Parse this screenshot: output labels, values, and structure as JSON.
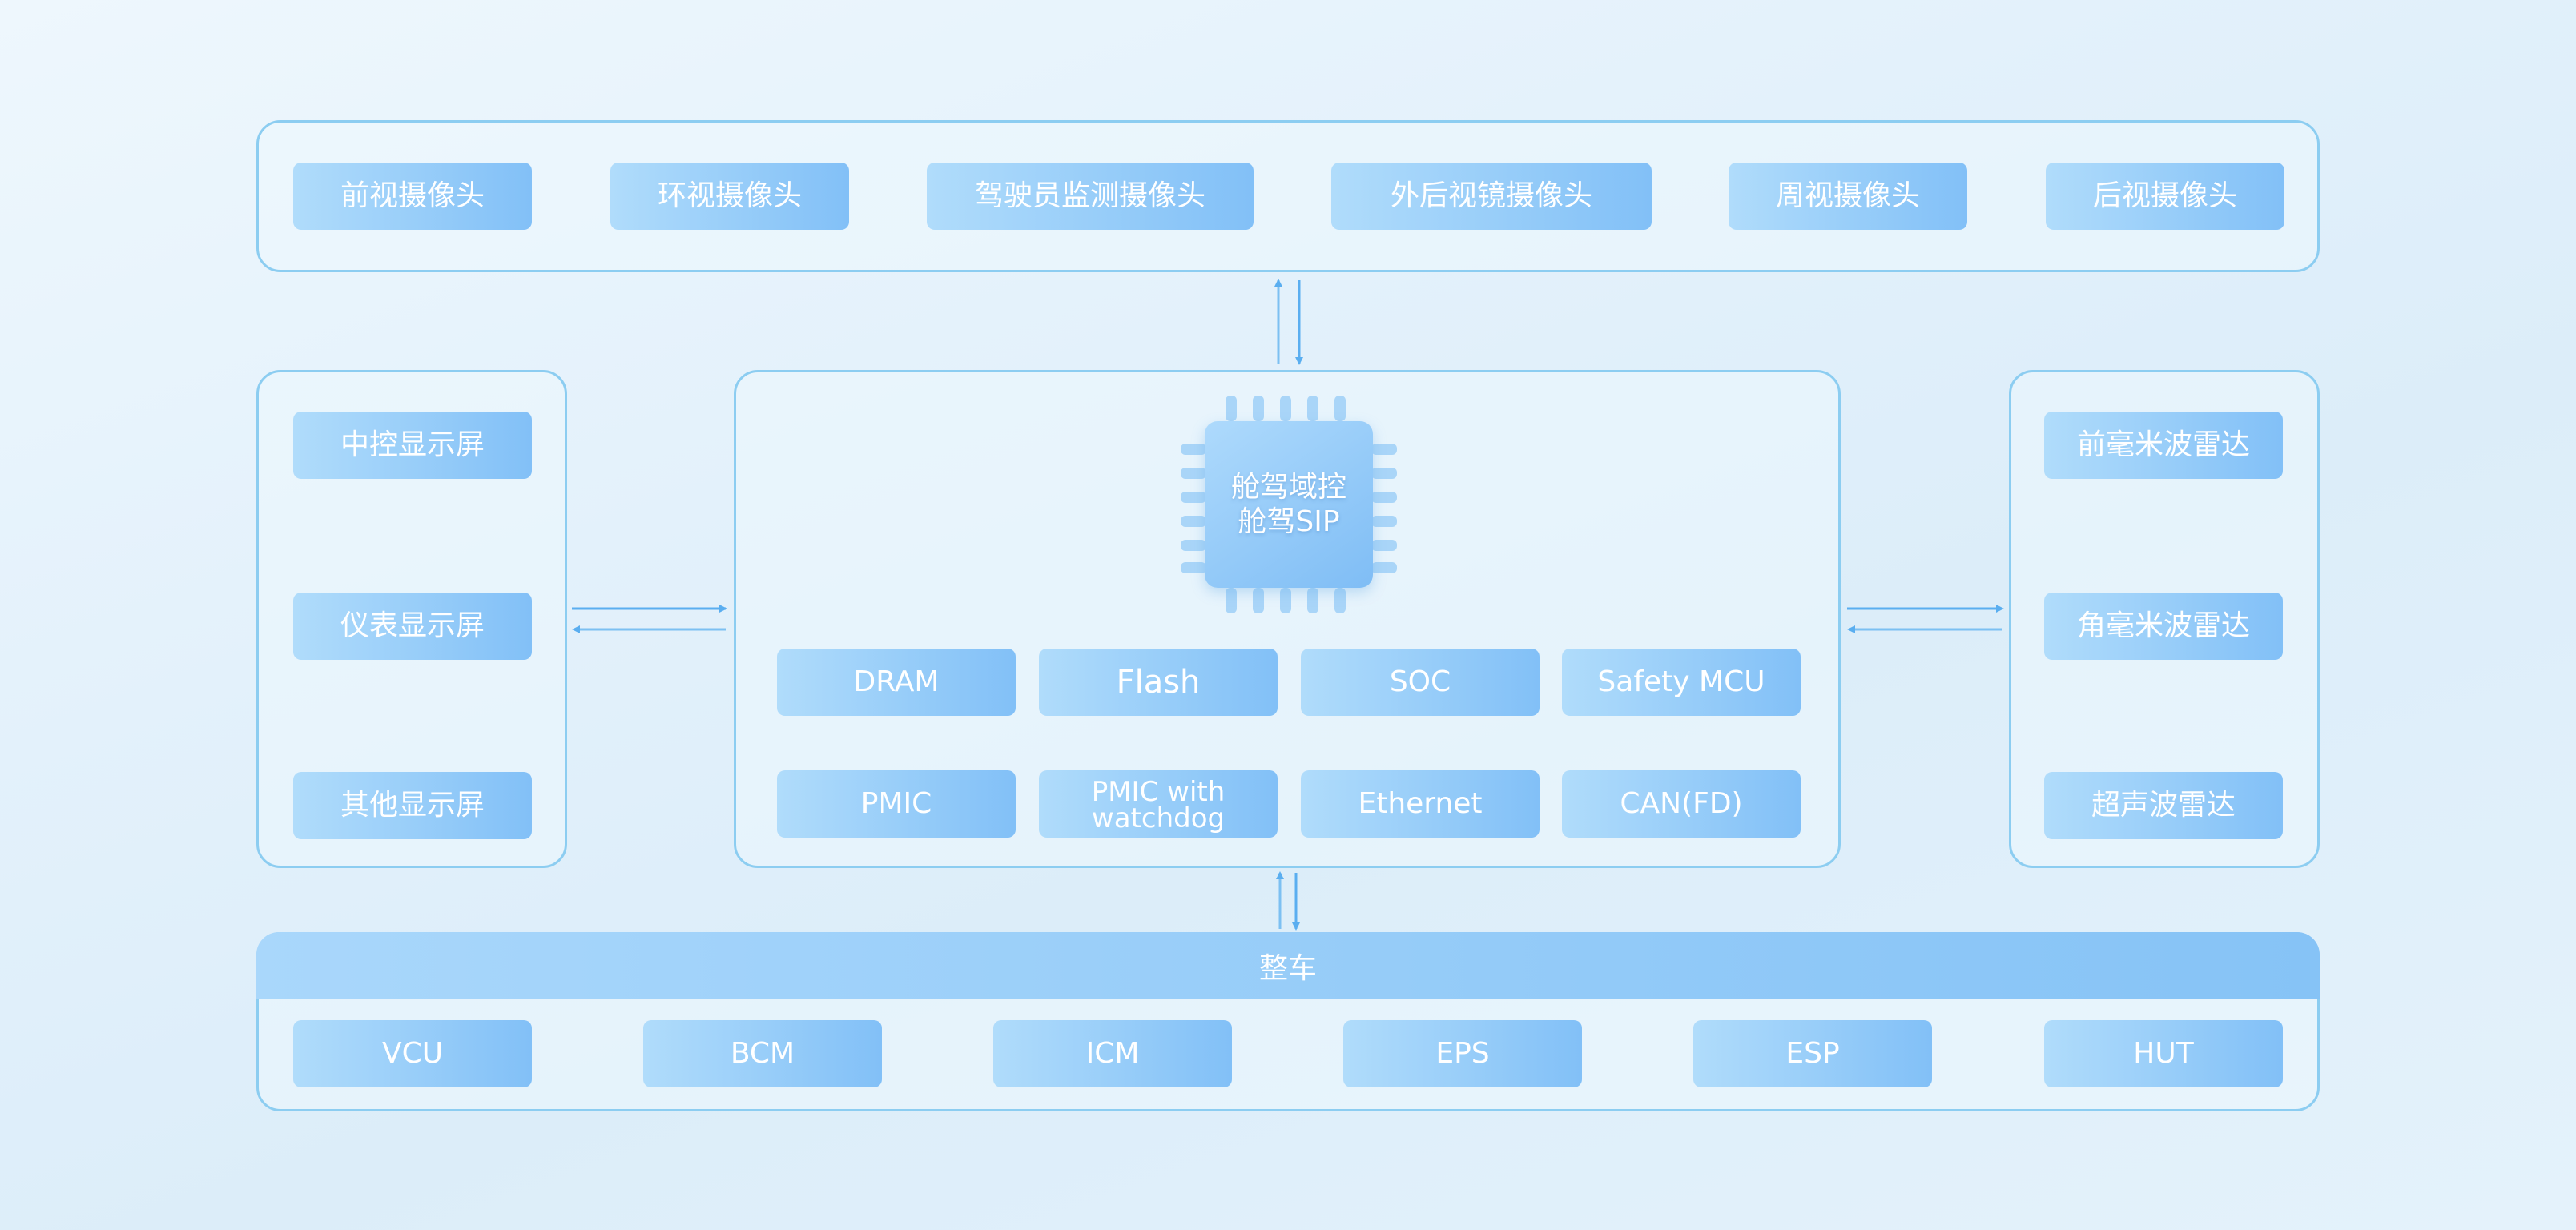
{
  "cameras": [
    "前视摄像头",
    "环视摄像头",
    "驾驶员监测摄像头",
    "外后视镜摄像头",
    "周视摄像头",
    "后视摄像头"
  ],
  "displays": [
    "中控显示屏",
    "仪表显示屏",
    "其他显示屏"
  ],
  "radars": [
    "前毫米波雷达",
    "角毫米波雷达",
    "超声波雷达"
  ],
  "domain_controller": {
    "chip_line1": "舱驾域控",
    "chip_line2": "舱驾SIP",
    "components_row1": [
      "DRAM",
      "Flash",
      "SOC",
      "Safety MCU"
    ],
    "components_row2": [
      "PMIC",
      "PMIC with watchdog",
      "Ethernet",
      "CAN(FD)"
    ]
  },
  "vehicle": {
    "title": "整车",
    "units": [
      "VCU",
      "BCM",
      "ICM",
      "EPS",
      "ESP",
      "HUT"
    ]
  },
  "colors": {
    "panel_border": "#8ccdf1",
    "chip_start": "#b0dcfb",
    "chip_end": "#82c0f7",
    "arrow": "#5aaef0"
  }
}
